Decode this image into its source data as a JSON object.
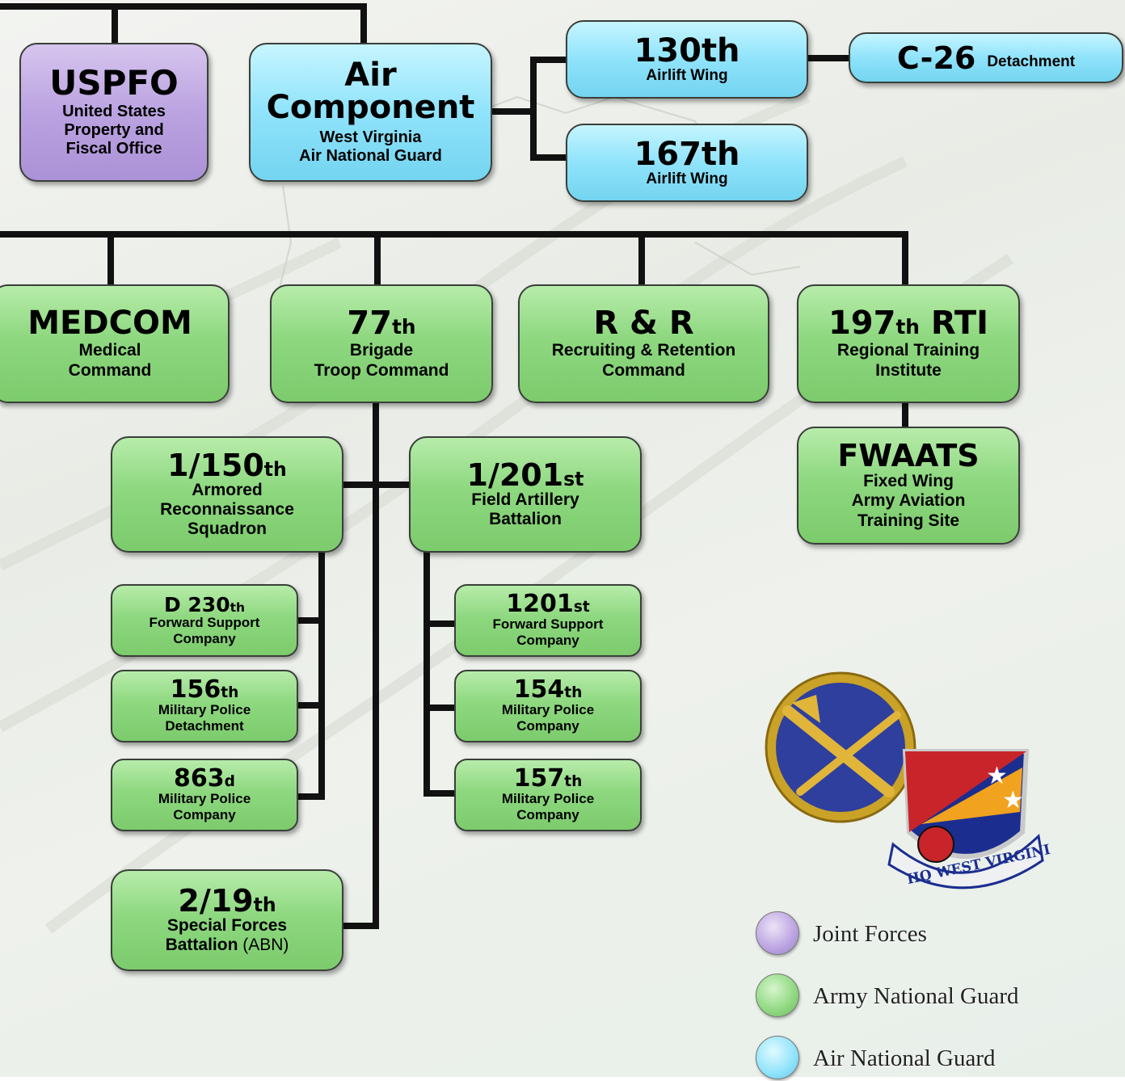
{
  "colors": {
    "joint": "#bba3e1",
    "army": "#8ed880",
    "air": "#8fe3fb",
    "line": "#111111"
  },
  "nodes": {
    "uspfo": {
      "title": "USPFO",
      "sub1": "United States",
      "sub2": "Property and",
      "sub3": "Fiscal Office"
    },
    "air": {
      "title1": "Air",
      "title2": "Component",
      "sub1": "West Virginia",
      "sub2": "Air National Guard"
    },
    "aw130": {
      "num": "130",
      "sfx": "th",
      "sub": "Airlift Wing"
    },
    "aw167": {
      "num": "167",
      "sfx": "th",
      "sub": "Airlift Wing"
    },
    "c26": {
      "title": "C-26",
      "sub": "Detachment"
    },
    "medcom": {
      "title": "MEDCOM",
      "sub1": "Medical",
      "sub2": "Command"
    },
    "b77": {
      "num": "77",
      "sfx": "th",
      "sub1": "Brigade",
      "sub2": "Troop Command"
    },
    "rr": {
      "title": "R & R",
      "sub1": "Recruiting & Retention",
      "sub2": "Command"
    },
    "rti": {
      "num": "197",
      "sfx": "th",
      "tail": " RTI",
      "sub1": "Regional Training",
      "sub2": "Institute"
    },
    "fwaats": {
      "title": "FWAATS",
      "sub1": "Fixed Wing",
      "sub2": "Army Aviation",
      "sub3": "Training Site"
    },
    "s150": {
      "num": "1/150",
      "sfx": "th",
      "sub1": "Armored",
      "sub2": "Reconnaissance",
      "sub3": "Squadron"
    },
    "fa201": {
      "num": "1/201",
      "sfx": "st",
      "sub1": "Field Artillery",
      "sub2": "Battalion"
    },
    "d230": {
      "num": "D 230",
      "sfx": "th",
      "sub1": "Forward Support",
      "sub2": "Company"
    },
    "mp156": {
      "num": "156",
      "sfx": "th",
      "sub1": "Military Police",
      "sub2": "Detachment"
    },
    "mp863": {
      "num": "863",
      "sfx": "d",
      "sub1": "Military Police",
      "sub2": "Company"
    },
    "sf219": {
      "num": "2/19",
      "sfx": "th",
      "sub1": "Special Forces",
      "sub2": "Battalion",
      "sub2b": " (ABN)"
    },
    "fs1201": {
      "num": "1201",
      "sfx": "st",
      "sub1": "Forward Support",
      "sub2": "Company"
    },
    "mp154": {
      "num": "154",
      "sfx": "th",
      "sub1": "Military Police",
      "sub2": "Company"
    },
    "mp157": {
      "num": "157",
      "sfx": "th",
      "sub1": "Military Police",
      "sub2": "Company"
    }
  },
  "patch": {
    "text": "HQ WEST VIRGINIA ANG"
  },
  "legend": [
    {
      "label": "Joint Forces",
      "color": "#bba3e1"
    },
    {
      "label": "Army National Guard",
      "color": "#8ed880"
    },
    {
      "label": "Air National Guard",
      "color": "#8fe3fb"
    }
  ]
}
